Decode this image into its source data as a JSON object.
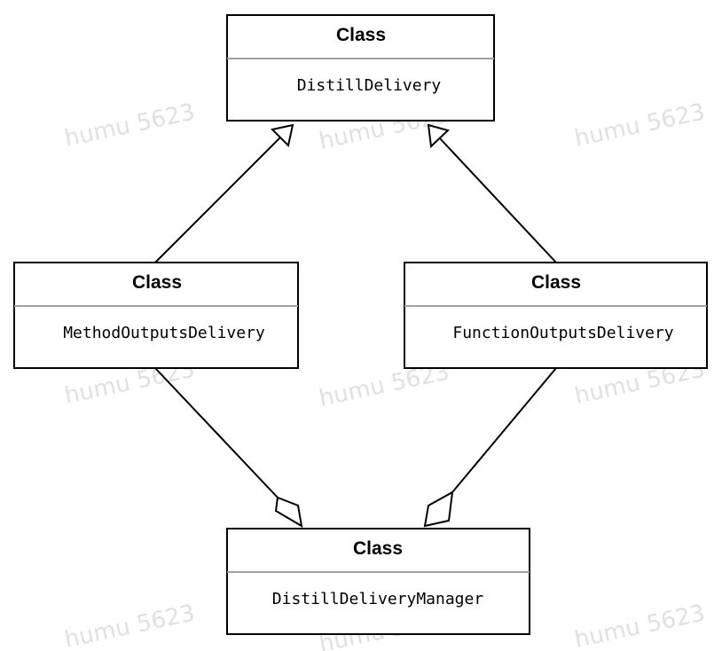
{
  "classes": [
    {
      "stereotype": "Class",
      "name": "DistillDelivery"
    },
    {
      "stereotype": "Class",
      "name": "MethodOutputsDelivery"
    },
    {
      "stereotype": "Class",
      "name": "FunctionOutputsDelivery"
    },
    {
      "stereotype": "Class",
      "name": "DistillDeliveryManager"
    }
  ],
  "relations": [
    {
      "type": "generalization",
      "from": "MethodOutputsDelivery",
      "to": "DistillDelivery"
    },
    {
      "type": "generalization",
      "from": "FunctionOutputsDelivery",
      "to": "DistillDelivery"
    },
    {
      "type": "aggregation",
      "whole": "DistillDeliveryManager",
      "part": "MethodOutputsDelivery"
    },
    {
      "type": "aggregation",
      "whole": "DistillDeliveryManager",
      "part": "FunctionOutputsDelivery"
    }
  ],
  "watermark": "humu 5623"
}
